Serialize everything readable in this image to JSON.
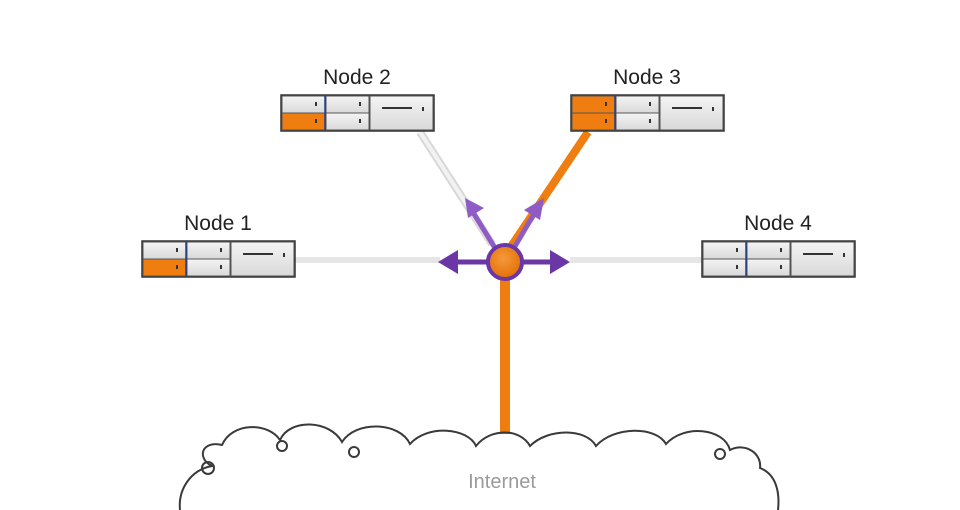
{
  "nodes": [
    {
      "label": "Node 1",
      "active_slots": [
        "bottom-left"
      ]
    },
    {
      "label": "Node 2",
      "active_slots": [
        "bottom-left"
      ]
    },
    {
      "label": "Node 3",
      "active_slots": [
        "top-left",
        "bottom-left"
      ]
    },
    {
      "label": "Node 4",
      "active_slots": []
    }
  ],
  "cloud": {
    "label": "Internet"
  },
  "colors": {
    "active": "#ef7d0f",
    "arrow": "#6b36a6",
    "arrow_light": "#8e5cc4",
    "link_idle": "#e6e6e6",
    "server_fill": "#e4e4e4",
    "outline": "#333333",
    "divider": "#1f3f8f"
  },
  "links": [
    {
      "from": "Node 1",
      "to": "hub",
      "active": false
    },
    {
      "from": "Node 2",
      "to": "hub",
      "active": false
    },
    {
      "from": "Node 3",
      "to": "hub",
      "active": true
    },
    {
      "from": "Node 4",
      "to": "hub",
      "active": false
    },
    {
      "from": "hub",
      "to": "Internet",
      "active": true
    }
  ]
}
